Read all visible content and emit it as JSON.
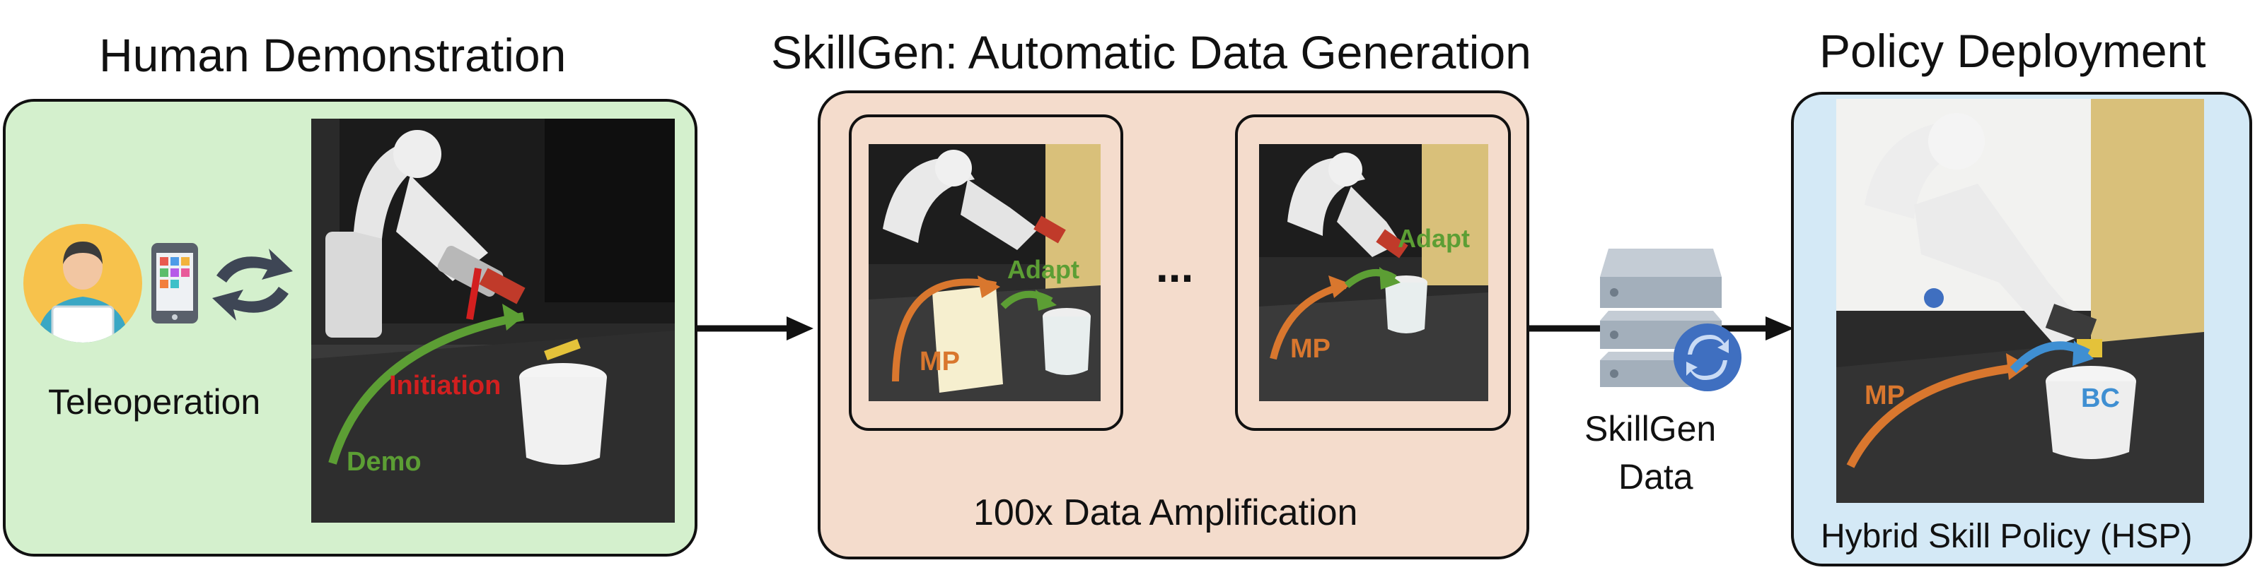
{
  "sections": {
    "human": {
      "title": "Human Demonstration",
      "teleop_label": "Teleoperation",
      "photo_labels": {
        "initiation": "Initiation",
        "demo": "Demo"
      }
    },
    "skillgen": {
      "title": "SkillGen: Automatic Data Generation",
      "amplification_label": "100x Data Amplification",
      "ellipsis": "...",
      "photo1_labels": {
        "mp": "MP",
        "adapt": "Adapt"
      },
      "photo2_labels": {
        "mp": "MP",
        "adapt": "Adapt"
      }
    },
    "data": {
      "label_line1": "SkillGen",
      "label_line2": "Data"
    },
    "deployment": {
      "title": "Policy Deployment",
      "policy_label": "Hybrid Skill Policy (HSP)",
      "photo_labels": {
        "mp": "MP",
        "bc": "BC"
      }
    }
  },
  "colors": {
    "human_panel": "#d4f0cd",
    "skillgen_panel": "#f4dccc",
    "deploy_panel": "#d4e9f6",
    "mp_orange": "#d9772e",
    "adapt_green": "#5c9e34",
    "initiation_red": "#d21f1f",
    "bc_blue": "#3f8fd2"
  },
  "icons": [
    "person-icon",
    "tablet-icon",
    "sync-arrows-icon",
    "server-icon",
    "refresh-icon"
  ]
}
